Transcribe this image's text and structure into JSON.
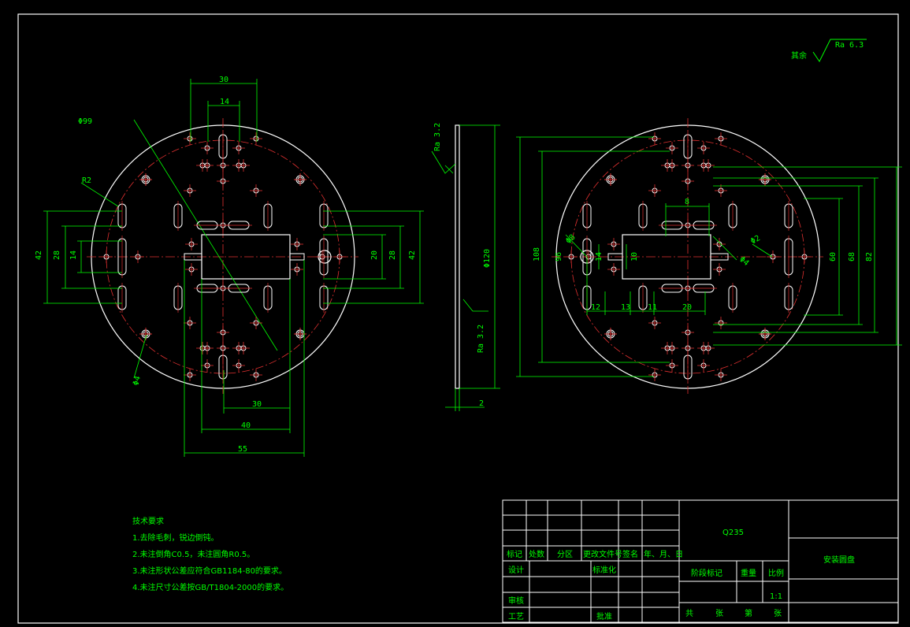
{
  "roughness": {
    "label": "其余",
    "value": "Ra 6.3",
    "left_face": "Ra 3.2",
    "left_face_lower": "Ra 3.2"
  },
  "left_view": {
    "dims": {
      "d99": "Φ99",
      "r2": "R2",
      "top30": "30",
      "top14": "14",
      "left42": "42",
      "left28": "28",
      "left14": "14",
      "right20": "20",
      "right28": "28",
      "right42": "42",
      "bot30": "30",
      "bot40": "40",
      "bot55": "55",
      "phi4": "Φ4"
    }
  },
  "side_view": {
    "dims": {
      "d120": "Φ120",
      "t2": "2"
    }
  },
  "right_view": {
    "dims": {
      "d108": "108",
      "d96": "96",
      "d10": "10",
      "d14": "14",
      "phi8": "Φ8",
      "d8": "8",
      "d60": "60",
      "d68": "68",
      "d82": "82",
      "phi2": "Φ2",
      "phi4": "Φ4",
      "d12": "12",
      "d13": "13",
      "d11": "11",
      "d20": "20"
    }
  },
  "notes": {
    "title": "技术要求",
    "items": [
      "1.去除毛刺，锐边倒钝。",
      "2.未注倒角C0.5，未注圆角R0.5。",
      "3.未注形状公差应符合GB1184-80的要求。",
      "4.未注尺寸公差按GB/T1804-2000的要求。"
    ]
  },
  "title_block": {
    "material": "Q235",
    "part_name": "安装圆盘",
    "row_labels": [
      "标记",
      "处数",
      "分区",
      "更改文件号",
      "签名",
      "年、月、日"
    ],
    "design": "设计",
    "standard": "标准化",
    "review": "审核",
    "process": "工艺",
    "approve": "批准",
    "stage_mark": "阶段标记",
    "weight": "重量",
    "scale": "比例",
    "scale_value": "1:1",
    "sheets": "共",
    "sheet_unit": "张",
    "sheet_no": "第",
    "sheet_unit2": "张"
  }
}
